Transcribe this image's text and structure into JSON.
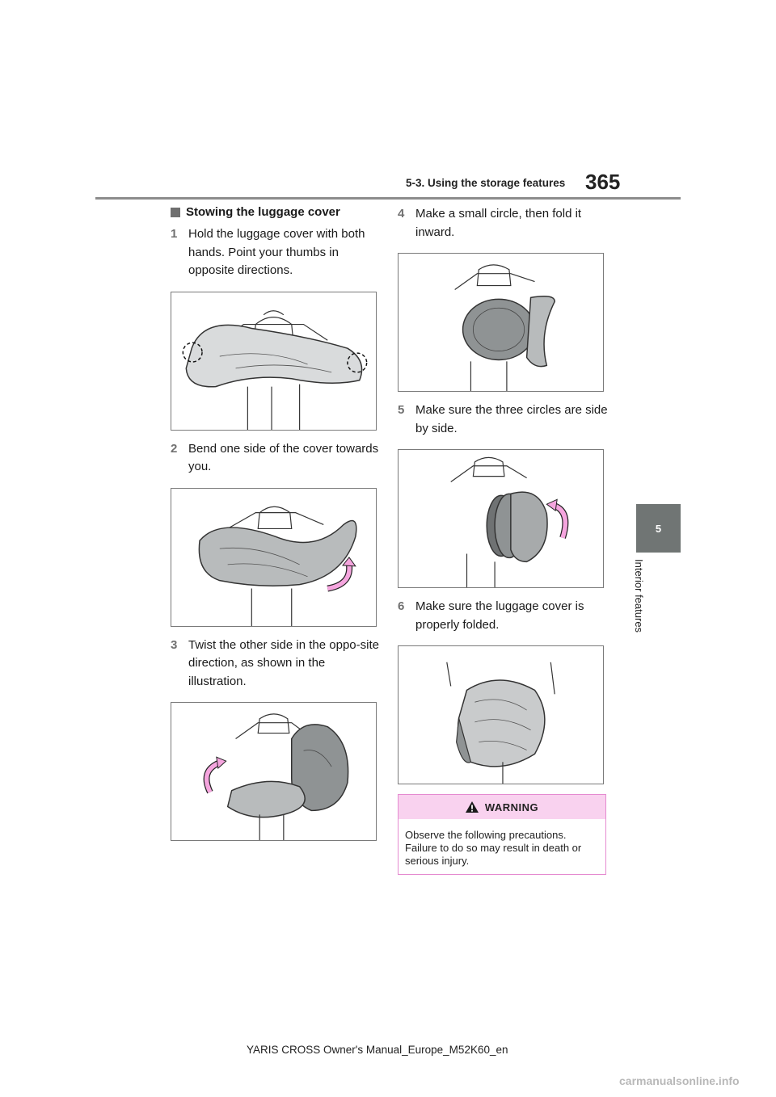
{
  "header": {
    "section": "5-3. Using the storage features",
    "page_number": "365"
  },
  "side": {
    "tab_number": "5",
    "label": "Interior features"
  },
  "content": {
    "heading": "Stowing the luggage cover",
    "steps": [
      {
        "num": "1",
        "text": "Hold the luggage cover with both hands. Point your thumbs in opposite directions."
      },
      {
        "num": "2",
        "text": "Bend one side of the cover towards you."
      },
      {
        "num": "3",
        "text": "Twist the other side in the oppo-site direction, as shown in the illustration."
      },
      {
        "num": "4",
        "text": "Make a small circle, then fold it inward."
      },
      {
        "num": "5",
        "text": "Make sure the three circles are side by side."
      },
      {
        "num": "6",
        "text": "Make sure the luggage cover is properly folded."
      }
    ]
  },
  "warning": {
    "title": "WARNING",
    "body": "Observe the following precautions. Failure to do so may result in death or serious injury."
  },
  "footer": {
    "text": "YARIS CROSS Owner's Manual_Europe_M52K60_en"
  },
  "watermark": "carmanualsonline.info",
  "colors": {
    "accent_gray": "#707574",
    "warning_fill": "#f9d2ef",
    "warning_border": "#e58ad0",
    "arrow_pink": "#f5a5de"
  }
}
